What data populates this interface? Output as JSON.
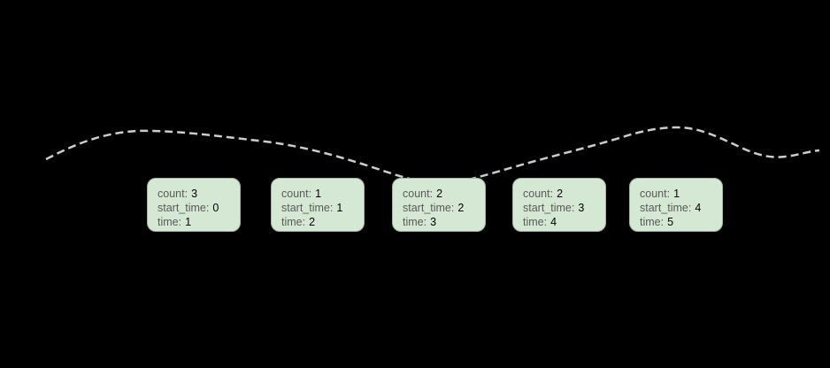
{
  "theme": {
    "canvasBg": "#000000",
    "curveColor": "#cccccc",
    "boxFill": "#d5e8d4",
    "boxBorder": "#a3b3a2",
    "labelColor": "#595959",
    "valueColor": "#000000"
  },
  "curve": {
    "description": "dashed-trend-curve",
    "style": "dashed",
    "color": "#cccccc"
  },
  "boxes": [
    {
      "lines": [
        {
          "label": "count:",
          "value": "3"
        },
        {
          "label": "start_time:",
          "value": "0"
        },
        {
          "label": "time:",
          "value": "1"
        }
      ]
    },
    {
      "lines": [
        {
          "label": "count:",
          "value": "1"
        },
        {
          "label": "start_time:",
          "value": "1"
        },
        {
          "label": "time:",
          "value": "2"
        }
      ]
    },
    {
      "lines": [
        {
          "label": "count:",
          "value": "2"
        },
        {
          "label": "start_time:",
          "value": "2"
        },
        {
          "label": "time:",
          "value": "3"
        }
      ]
    },
    {
      "lines": [
        {
          "label": "count:",
          "value": "2"
        },
        {
          "label": "start_time:",
          "value": "3"
        },
        {
          "label": "time:",
          "value": "4"
        }
      ]
    },
    {
      "lines": [
        {
          "label": "count:",
          "value": "1"
        },
        {
          "label": "start_time:",
          "value": "4"
        },
        {
          "label": "time:",
          "value": "5"
        }
      ]
    }
  ]
}
